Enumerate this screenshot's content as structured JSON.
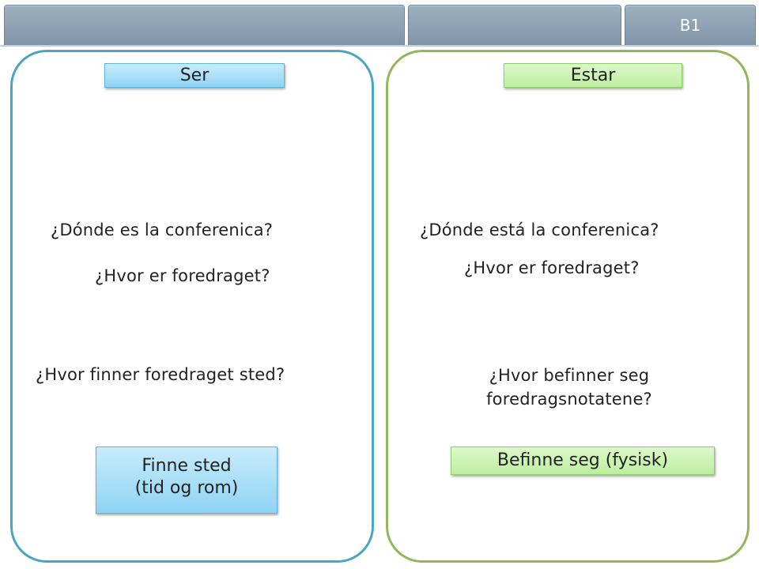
{
  "tabs": [
    {
      "label": ""
    },
    {
      "label": ""
    },
    {
      "label": "B1"
    }
  ],
  "left": {
    "header": "Ser",
    "question_es": "¿Dónde es la conferenica?",
    "question_no": "¿Hvor er foredraget?",
    "question_place": "¿Hvor finner foredraget sted?",
    "footer_line1": "Finne sted",
    "footer_line2": "(tid og rom)"
  },
  "right": {
    "header": "Estar",
    "question_es": "¿Dónde está la conferenica?",
    "question_no": "¿Hvor er foredraget?",
    "question_place_line1": "¿Hvor  befinner seg",
    "question_place_line2": "foredragsnotatene?",
    "footer": "Befinne seg (fysisk)"
  },
  "colors": {
    "left_border": "#4aa4c4",
    "right_border": "#94b65a",
    "tab": "#8a9fb2"
  }
}
